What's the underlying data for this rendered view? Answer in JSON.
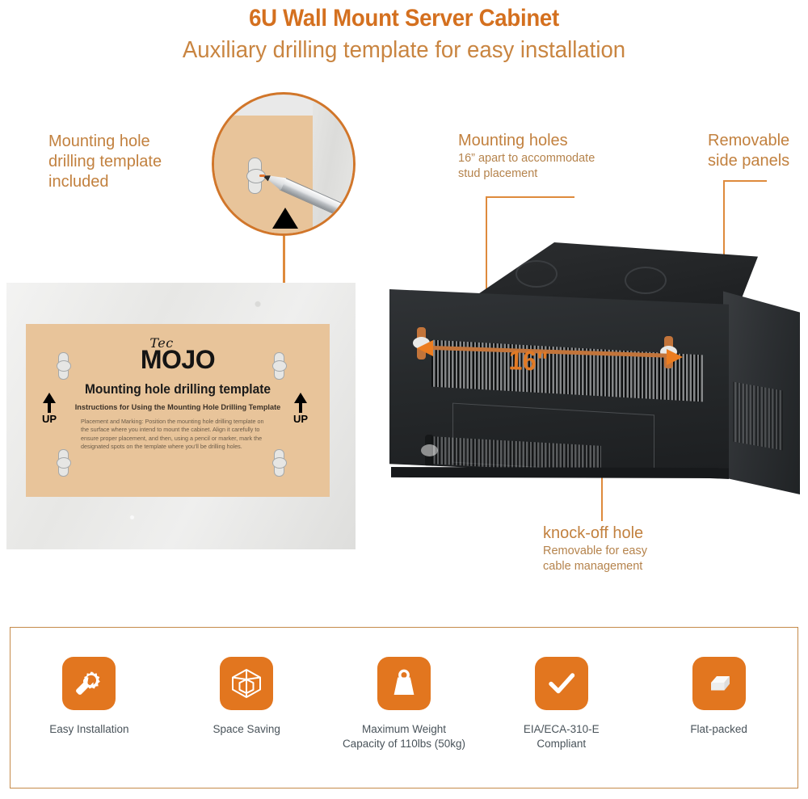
{
  "header": {
    "title": "6U Wall Mount Server Cabinet",
    "subtitle": "Auxiliary drilling template for easy installation"
  },
  "callouts": [
    {
      "id": "drilling-template",
      "heading": "Mounting hole\ndrilling template\nincluded",
      "sub": ""
    },
    {
      "id": "mounting-holes",
      "heading": "Mounting holes",
      "sub": "16” apart to accommodate\nstud placement"
    },
    {
      "id": "side-panels",
      "heading": "Removable\nside panels",
      "sub": ""
    },
    {
      "id": "knock-off-hole",
      "heading": "knock-off hole",
      "sub": "Removable for easy\ncable management"
    }
  ],
  "template_card": {
    "logo_top": "Tec",
    "logo_main": "MOJO",
    "heading": "Mounting hole drilling template",
    "subheading": "Instructions for Using the Mounting Hole Drilling Template",
    "body": "Placement and Marking: Position the mounting hole drilling template on the surface where you intend to mount the cabinet. Align it carefully to ensure proper placement, and then, using a pencil or marker, mark the designated spots on the template where you’ll be drilling holes.",
    "up_label_left": "UP",
    "up_label_right": "UP"
  },
  "cabinet": {
    "dimension_label": "16\""
  },
  "features": [
    {
      "icon": "gear-wrench-icon",
      "label": "Easy Installation"
    },
    {
      "icon": "cube-icon",
      "label": "Space Saving"
    },
    {
      "icon": "weight-icon",
      "label": "Maximum Weight\nCapacity of 110lbs (50kg)"
    },
    {
      "icon": "checkmark-icon",
      "label": "EIA/ECA-310-E\nCompliant"
    },
    {
      "icon": "flat-box-icon",
      "label": "Flat-packed"
    }
  ],
  "colors": {
    "title_orange": "#D4701F",
    "subtitle_orange": "#C98541",
    "callout_orange": "#C2813F",
    "accent_orange": "#E2761F",
    "leader_orange": "#DE8A3C",
    "template_tan": "#E8C49A",
    "feature_text": "#49535A"
  }
}
